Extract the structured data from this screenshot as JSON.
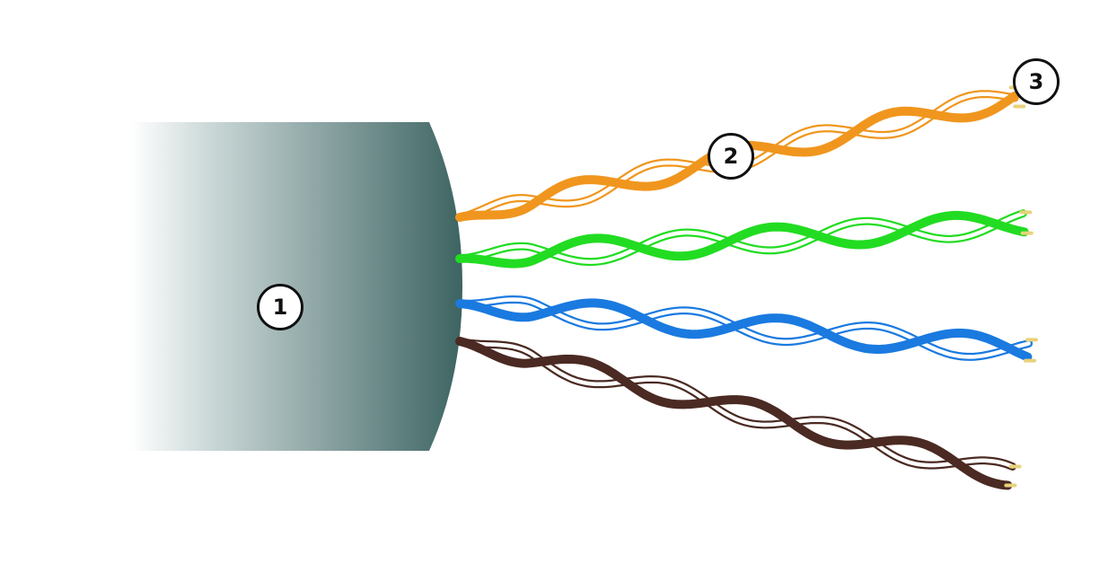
{
  "callouts": [
    {
      "label": "1"
    },
    {
      "label": "2"
    },
    {
      "label": "3"
    }
  ],
  "colors": {
    "jacket_dark": "#3d6462",
    "jacket_light": "#ffffff",
    "pair_orange": "#f0961e",
    "pair_green": "#22dc22",
    "pair_blue": "#1a7ae0",
    "pair_brown": "#4a2a22",
    "conductor_tip": "#e8d27a"
  },
  "pairs": [
    {
      "name": "orange",
      "color_key": "pair_orange"
    },
    {
      "name": "green",
      "color_key": "pair_green"
    },
    {
      "name": "blue",
      "color_key": "pair_blue"
    },
    {
      "name": "brown",
      "color_key": "pair_brown"
    }
  ]
}
